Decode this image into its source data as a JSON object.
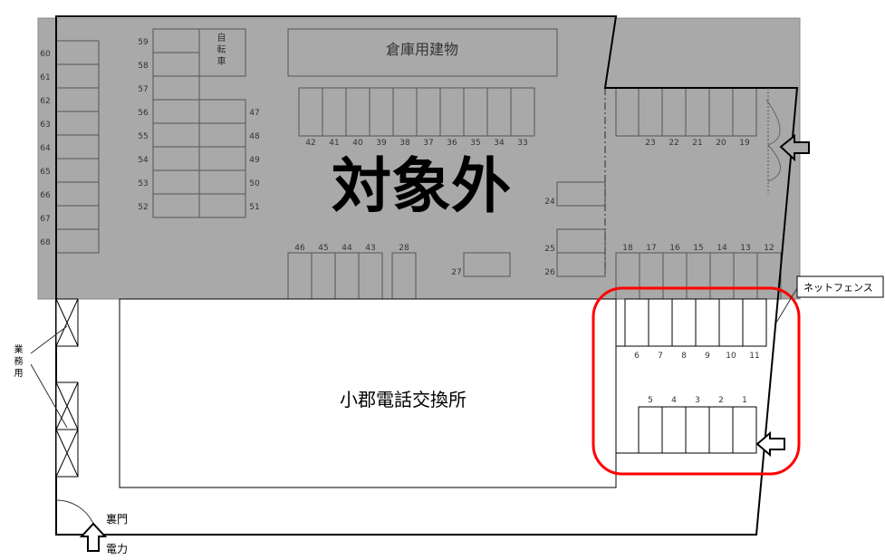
{
  "title_excluded": "対象外",
  "warehouse": "倉庫用建物",
  "bicycle": "自転車",
  "main_building": "小郡電話交換所",
  "net_fence": "ネットフェンス",
  "business_use": "業務用",
  "back_gate": "裏門",
  "power": "電力",
  "stalls": {
    "left_col": [
      "60",
      "61",
      "62",
      "63",
      "64",
      "65",
      "66",
      "67",
      "68"
    ],
    "col_a": [
      "59",
      "58",
      "57",
      "56",
      "55",
      "54",
      "53",
      "52"
    ],
    "col_b": [
      "47",
      "48",
      "49",
      "50",
      "51"
    ],
    "top_row": [
      "42",
      "41",
      "40",
      "39",
      "38",
      "37",
      "36",
      "35",
      "34",
      "33"
    ],
    "right_top": [
      "23",
      "22",
      "21",
      "20",
      "19"
    ],
    "right_bottom": [
      "18",
      "17",
      "16",
      "15",
      "14",
      "13",
      "12"
    ],
    "bottom_left": [
      "46",
      "45",
      "44",
      "43"
    ],
    "single": [
      "28",
      "27",
      "24",
      "25",
      "26"
    ],
    "target_row1": [
      "6",
      "7",
      "8",
      "9",
      "10",
      "11"
    ],
    "target_row2": [
      "5",
      "4",
      "3",
      "2",
      "1"
    ]
  },
  "colors": {
    "excluded_area": "#a9a9a9",
    "highlight": "#ff0000"
  }
}
